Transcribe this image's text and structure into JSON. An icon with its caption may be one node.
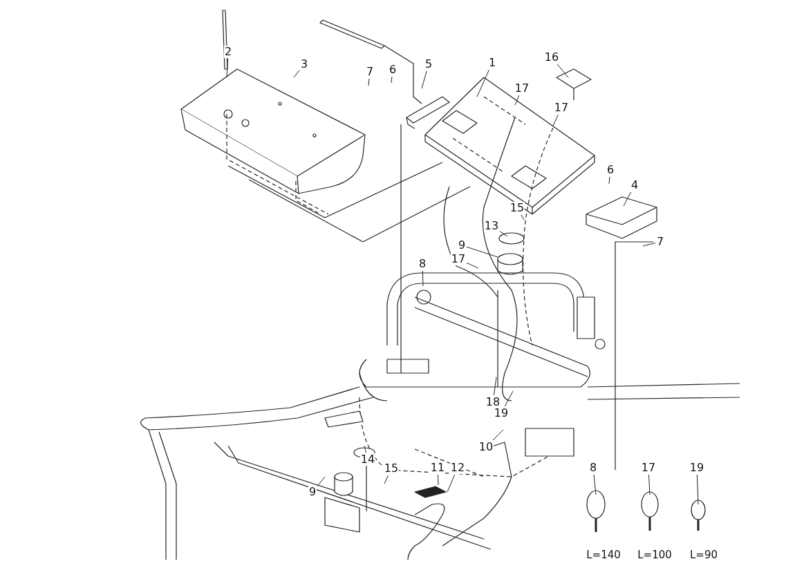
{
  "diagram": {
    "nodes": [
      {
        "text": [
          "2"
        ]
      },
      {
        "text": [
          "3"
        ]
      },
      {
        "text": [
          "7"
        ]
      },
      {
        "text": [
          "6"
        ]
      },
      {
        "text": [
          "5"
        ]
      },
      {
        "text": [
          "1"
        ]
      },
      {
        "text": [
          "16"
        ]
      },
      {
        "text": [
          "17"
        ]
      },
      {
        "text": [
          "17"
        ]
      },
      {
        "text": [
          "6"
        ]
      },
      {
        "text": [
          "4"
        ]
      },
      {
        "text": [
          "15"
        ]
      },
      {
        "text": [
          "13"
        ]
      },
      {
        "text": [
          "7"
        ]
      },
      {
        "text": [
          "9"
        ]
      },
      {
        "text": [
          "17"
        ]
      },
      {
        "text": [
          "8"
        ]
      },
      {
        "text": [
          "18"
        ]
      },
      {
        "text": [
          "19"
        ]
      },
      {
        "text": [
          "10"
        ]
      },
      {
        "text": [
          "14"
        ]
      },
      {
        "text": [
          "15"
        ]
      },
      {
        "text": [
          "11"
        ]
      },
      {
        "text": [
          "12"
        ]
      },
      {
        "text": [
          "9"
        ]
      },
      {
        "text": [
          "8"
        ]
      },
      {
        "text": [
          "17"
        ]
      },
      {
        "text": [
          "19"
        ]
      }
    ],
    "edges": [
      {
        "from": 0,
        "to": null,
        "arrow": "none"
      },
      {
        "from": 1,
        "to": null,
        "arrow": "none"
      },
      {
        "from": 2,
        "to": null,
        "arrow": "none"
      },
      {
        "from": 3,
        "to": null,
        "arrow": "none"
      },
      {
        "from": 4,
        "to": null,
        "arrow": "none"
      },
      {
        "from": 5,
        "to": null,
        "arrow": "none"
      },
      {
        "from": 6,
        "to": null,
        "arrow": "none"
      },
      {
        "from": 7,
        "to": null,
        "arrow": "none"
      },
      {
        "from": 8,
        "to": null,
        "arrow": "none"
      },
      {
        "from": 9,
        "to": null,
        "arrow": "none"
      },
      {
        "from": 10,
        "to": null,
        "arrow": "none"
      },
      {
        "from": 11,
        "to": null,
        "arrow": "none"
      },
      {
        "from": 12,
        "to": null,
        "arrow": "none"
      },
      {
        "from": 13,
        "to": null,
        "arrow": "none"
      },
      {
        "from": 14,
        "to": null,
        "arrow": "none"
      },
      {
        "from": 15,
        "to": null,
        "arrow": "none"
      },
      {
        "from": 16,
        "to": null,
        "arrow": "none"
      },
      {
        "from": 17,
        "to": null,
        "arrow": "none"
      },
      {
        "from": 18,
        "to": null,
        "arrow": "none"
      },
      {
        "from": 19,
        "to": null,
        "arrow": "none"
      },
      {
        "from": 20,
        "to": null,
        "arrow": "none"
      },
      {
        "from": 21,
        "to": null,
        "arrow": "none"
      },
      {
        "from": 22,
        "to": null,
        "arrow": "none"
      },
      {
        "from": 23,
        "to": null,
        "arrow": "none"
      },
      {
        "from": 24,
        "to": null,
        "arrow": "none"
      },
      {
        "from": 25,
        "to": null,
        "arrow": "none"
      },
      {
        "from": 26,
        "to": null,
        "arrow": "none"
      },
      {
        "from": 27,
        "to": null,
        "arrow": "none"
      }
    ],
    "labels": [
      "L=140",
      "L=100",
      "L=90"
    ]
  }
}
